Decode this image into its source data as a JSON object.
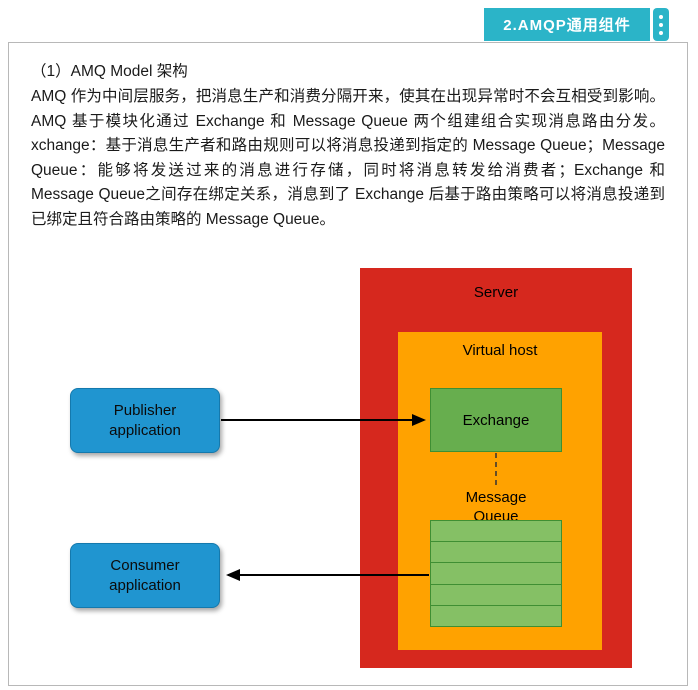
{
  "header": {
    "badge": "2.AMQP通用组件"
  },
  "content": {
    "heading": "（1）AMQ Model 架构",
    "paragraph": "AMQ 作为中间层服务，把消息生产和消费分隔开来，使其在出现异常时不会互相受到影响。AMQ 基于模块化通过 Exchange 和 Message Queue 两个组建组合实现消息路由分发。xchange：基于消息生产者和路由规则可以将消息投递到指定的 Message Queue；Message Queue：能够将发送过来的消息进行存储，同时将消息转发给消费者；Exchange 和 Message Queue之间存在绑定关系，消息到了 Exchange 后基于路由策略可以将消息投递到已绑定且符合路由策略的 Message Queue。"
  },
  "diagram": {
    "server_label": "Server",
    "virtual_host_label": "Virtual host",
    "exchange_label": "Exchange",
    "message_queue_label": "Message Queue",
    "publisher_label": "Publisher application",
    "consumer_label": "Consumer application",
    "colors": {
      "badge": "#2bb4c8",
      "server": "#d6281e",
      "virtual_host": "#ffa200",
      "exchange": "#67ae4e",
      "queue_row": "#85c065",
      "app_box": "#2095d0"
    }
  }
}
